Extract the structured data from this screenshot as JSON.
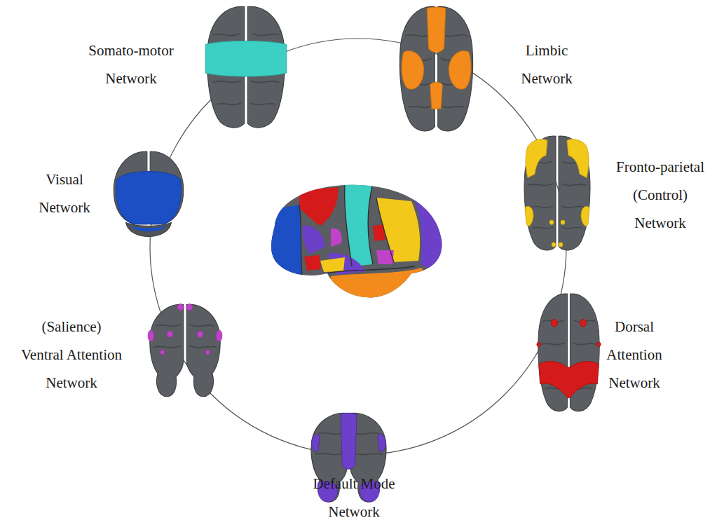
{
  "diagram": {
    "labels": [
      "Somato-motor Network",
      "Limbic Network",
      "Visual Network",
      "Fronto-parietal (Control) Network",
      "(Salience) Ventral Attention Network",
      "Dorsal Attention Network",
      "Default Mode Network"
    ]
  }
}
